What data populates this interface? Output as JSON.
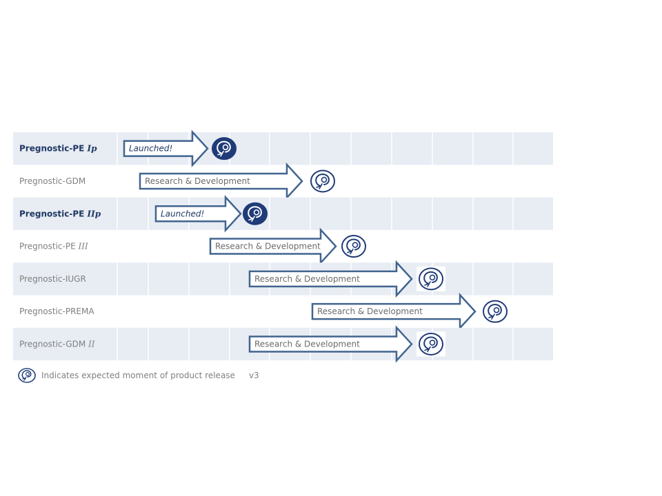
{
  "colors": {
    "band": "#e8ecf3",
    "grid": "#ffffff",
    "arrow_stroke": "#41648f",
    "icon_dark": "#1f3b78",
    "label_bold": "#1f3864",
    "label_plain": "#7f7f7f"
  },
  "icon": "fetus-in-circle-icon",
  "rows": [
    {
      "base": "Pregnostic-PE ",
      "suffix": "Ip",
      "bold": true,
      "shaded": true,
      "bar_label": "Launched!",
      "status": "launched"
    },
    {
      "base": "Pregnostic-GDM",
      "suffix": "",
      "bold": false,
      "shaded": false,
      "bar_label": "Research & Development",
      "status": "rd"
    },
    {
      "base": "Pregnostic-PE ",
      "suffix": "IIp",
      "bold": true,
      "shaded": true,
      "bar_label": "Launched!",
      "status": "launched"
    },
    {
      "base": "Pregnostic-PE ",
      "suffix": "III",
      "bold": false,
      "shaded": false,
      "bar_label": "Research & Development",
      "status": "rd"
    },
    {
      "base": "Pregnostic-IUGR",
      "suffix": "",
      "bold": false,
      "shaded": true,
      "bar_label": "Research & Development",
      "status": "rd"
    },
    {
      "base": "Pregnostic-PREMA",
      "suffix": "",
      "bold": false,
      "shaded": false,
      "bar_label": "Research & Development",
      "status": "rd"
    },
    {
      "base": "Pregnostic-GDM ",
      "suffix": "II",
      "bold": false,
      "shaded": true,
      "bar_label": "Research & Development",
      "status": "rd"
    }
  ],
  "legend": {
    "text": "Indicates expected moment of product release",
    "version": "v3"
  }
}
